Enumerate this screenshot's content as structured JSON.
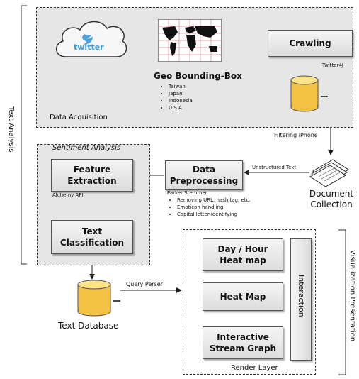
{
  "side_labels": {
    "text_analysis": "Text Analysis",
    "visualization": "Visualization Presentation"
  },
  "data_acquisition": {
    "label": "Data Acquisition",
    "twitter": "twitter",
    "geo_title": "Geo Bounding-Box",
    "geo_items": [
      "Taiwan",
      "Japan",
      "Indonesia",
      "U.S.A"
    ],
    "crawling": "Crawling",
    "twitter4j": "Twitter4J"
  },
  "filtering": "Filtering iPhone",
  "document_collection": {
    "line1": "Document",
    "line2": "Collection"
  },
  "unstructured_text": "Unstructured Text",
  "preprocessing": {
    "line1": "Data",
    "line2": "Preprocessing",
    "stemmer": "Parker Stemmer",
    "items": [
      "Removing URL, hash tag, etc.",
      "Emoticon handling",
      "Capital letter identifying"
    ]
  },
  "sentiment": {
    "label": "Sentiment Analysis",
    "feature_line1": "Feature",
    "feature_line2": "Extraction",
    "alchemy": "Alchemy API",
    "text_line1": "Text",
    "text_line2": "Classification"
  },
  "text_database": "Text Database",
  "query_parser": "Query Perser",
  "render": {
    "label": "Render Layer",
    "dayhour_line1": "Day / Hour",
    "dayhour_line2": "Heat map",
    "heatmap": "Heat Map",
    "stream_line1": "Interactive",
    "stream_line2": "Stream Graph",
    "interaction": "Interaction"
  }
}
